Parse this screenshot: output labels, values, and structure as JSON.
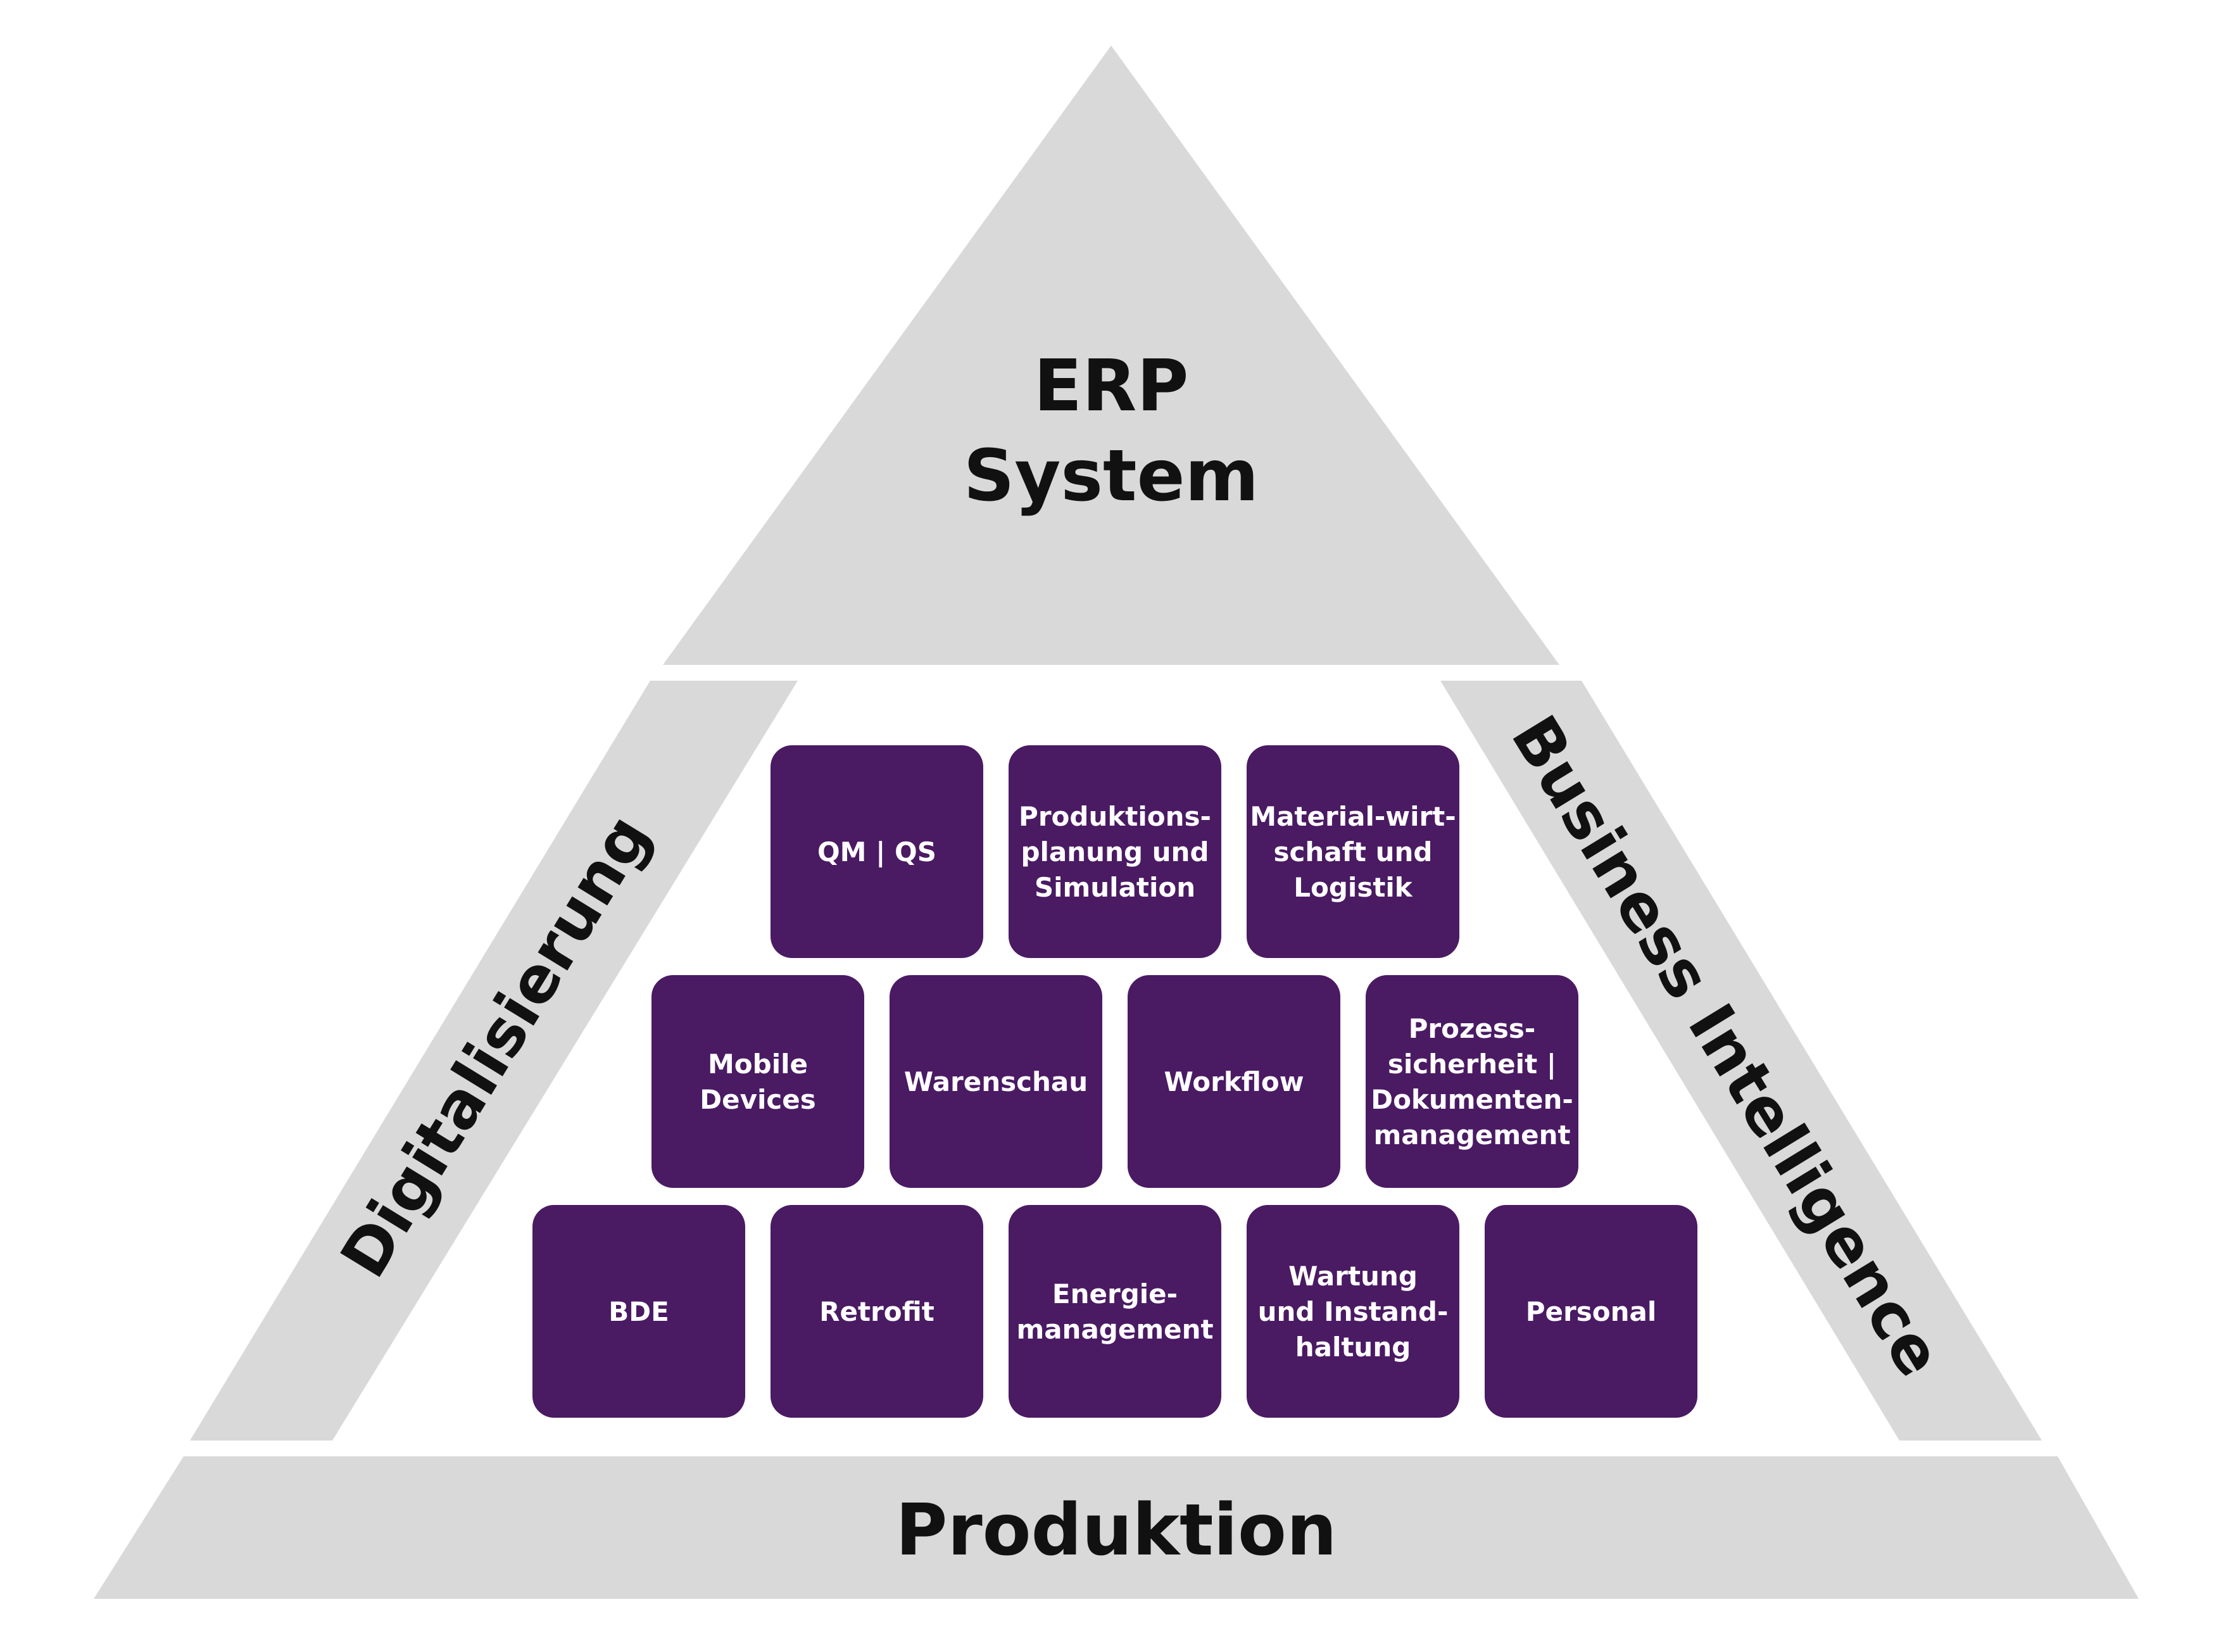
{
  "colors": {
    "background": "#ffffff",
    "layer_fill": "#d9d9d9",
    "module_fill": "#4a1a63",
    "module_text": "#ffffff",
    "label_text": "#111111"
  },
  "top": {
    "line1": "ERP",
    "line2": "System"
  },
  "left_side": {
    "label": "Digitalisierung"
  },
  "right_side": {
    "label": "Business Intelligence"
  },
  "base": {
    "label": "Produktion"
  },
  "modules": {
    "qm_qs": {
      "lines": [
        "QM | QS"
      ]
    },
    "produktionsplanung": {
      "lines": [
        "Produktions-",
        "planung und",
        "Simulation"
      ]
    },
    "materialwirtschaft": {
      "lines": [
        "Material-wirt-",
        "schaft und",
        "Logistik"
      ]
    },
    "mobile_devices": {
      "lines": [
        "Mobile",
        "Devices"
      ]
    },
    "warenschau": {
      "lines": [
        "Warenschau"
      ]
    },
    "workflow": {
      "lines": [
        "Workflow"
      ]
    },
    "prozesssicherheit": {
      "lines": [
        "Prozess-",
        "sicherheit |",
        "Dokumenten-",
        "management"
      ]
    },
    "bde": {
      "lines": [
        "BDE"
      ]
    },
    "retrofit": {
      "lines": [
        "Retrofit"
      ]
    },
    "energiemanagement": {
      "lines": [
        "Energie-",
        "management"
      ]
    },
    "wartung": {
      "lines": [
        "Wartung",
        "und Instand-",
        "haltung"
      ]
    },
    "personal": {
      "lines": [
        "Personal"
      ]
    }
  }
}
